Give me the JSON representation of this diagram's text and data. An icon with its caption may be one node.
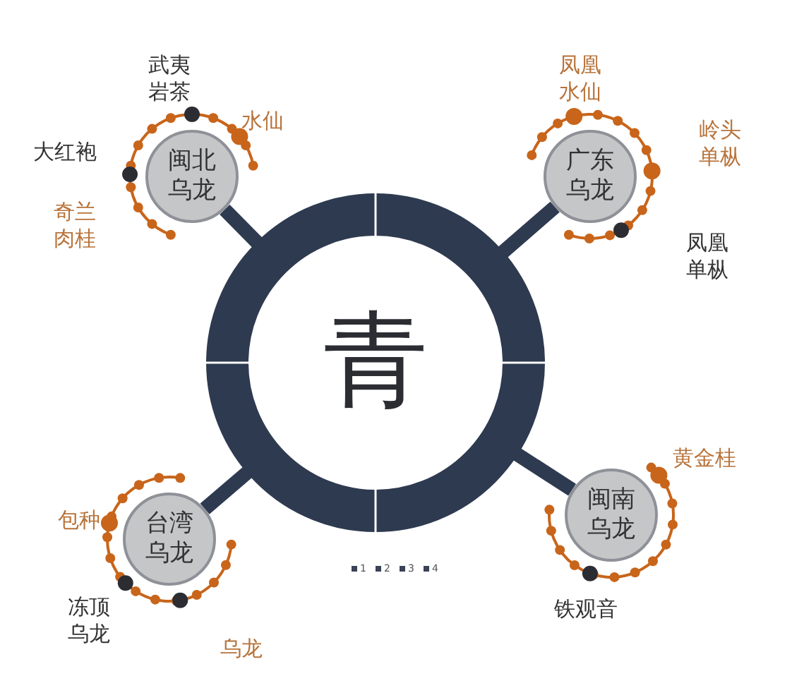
{
  "diagram": {
    "nodes": [
      {
        "text": [
          "青"
        ]
      },
      {
        "text": [
          "闽北乌龙"
        ],
        "beside": [
          "武夷岩茶",
          "水仙",
          "大红袍",
          "奇兰肉桂"
        ]
      },
      {
        "text": [
          "广东乌龙"
        ],
        "beside": [
          "凤凰水仙",
          "岭头单枞",
          "凤凰单枞"
        ]
      },
      {
        "text": [
          "台湾乌龙"
        ],
        "beside": [
          "包种",
          "冻顶乌龙",
          "乌龙"
        ]
      },
      {
        "text": [
          "闽南乌龙"
        ],
        "beside": [
          "黄金桂",
          "铁观音"
        ]
      }
    ],
    "edges": [
      {
        "from": 0,
        "to": 1,
        "arrow": "none"
      },
      {
        "from": 0,
        "to": 2,
        "arrow": "none"
      },
      {
        "from": 0,
        "to": 3,
        "arrow": "none"
      },
      {
        "from": 0,
        "to": 4,
        "arrow": "none"
      }
    ],
    "legend": [
      {
        "text": "1",
        "color": "#3a4356"
      },
      {
        "text": "2",
        "color": "#3a4356"
      },
      {
        "text": "3",
        "color": "#3a4356"
      },
      {
        "text": "4",
        "color": "#3a4356"
      }
    ]
  }
}
